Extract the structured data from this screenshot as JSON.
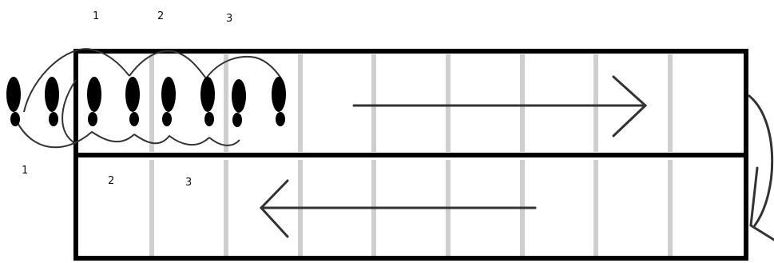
{
  "colors": {
    "background": "#ffffff",
    "frame": "#000000",
    "lane_lines": "#cfcfcf",
    "arrows": "#333333",
    "footprints": "#000000",
    "gait_curves": "#333333"
  },
  "diagram": {
    "top_lane": {
      "direction": "right",
      "step_labels": [
        "1",
        "2",
        "3"
      ],
      "footprint_count": 8
    },
    "bottom_lane": {
      "direction": "left",
      "step_labels": [
        "1",
        "2",
        "3"
      ]
    },
    "turn_arrow": {
      "icon": "curved-turn-arrow-icon",
      "from": "top-lane-right-end",
      "to": "bottom-lane-right-end"
    },
    "lane_divisions": 9
  }
}
